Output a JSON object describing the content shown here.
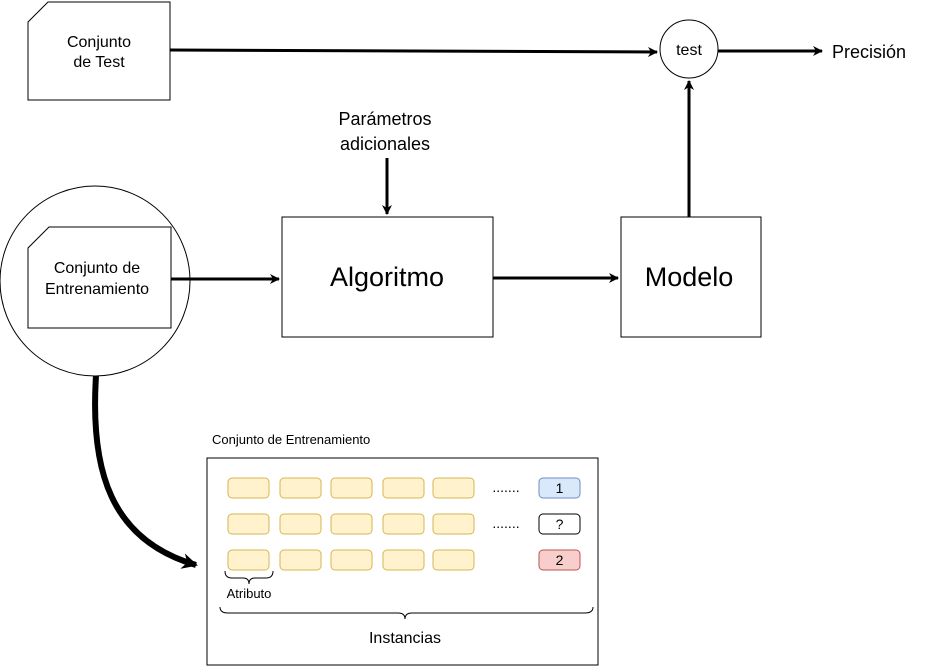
{
  "colors": {
    "stroke": "#000000",
    "attr_fill": "#fff2cc",
    "attr_stroke": "#d6b656",
    "class1_fill": "#dae8fc",
    "class1_stroke": "#6c8ebf",
    "unknown_fill": "#ffffff",
    "class2_fill": "#f8cecc",
    "class2_stroke": "#b85450"
  },
  "nodes": {
    "test_set": {
      "line1": "Conjunto",
      "line2": "de Test"
    },
    "test_circle": {
      "label": "test"
    },
    "precision": {
      "label": "Precisión"
    },
    "params": {
      "line1": "Parámetros",
      "line2": "adicionales"
    },
    "training_set": {
      "line1": "Conjunto de",
      "line2": "Entrenamiento"
    },
    "algorithm": {
      "label": "Algoritmo"
    },
    "model": {
      "label": "Modelo"
    }
  },
  "dataset": {
    "title": "Conjunto de Entrenamiento",
    "rows": [
      {
        "attributes": 5,
        "ellipsis": ".......",
        "class_label": "1",
        "class_kind": "class1"
      },
      {
        "attributes": 5,
        "ellipsis": ".......",
        "class_label": "?",
        "class_kind": "unknown"
      },
      {
        "attributes": 5,
        "ellipsis": "",
        "class_label": "2",
        "class_kind": "class2"
      }
    ],
    "attribute_label": "Atributo",
    "instances_label": "Instancias"
  }
}
